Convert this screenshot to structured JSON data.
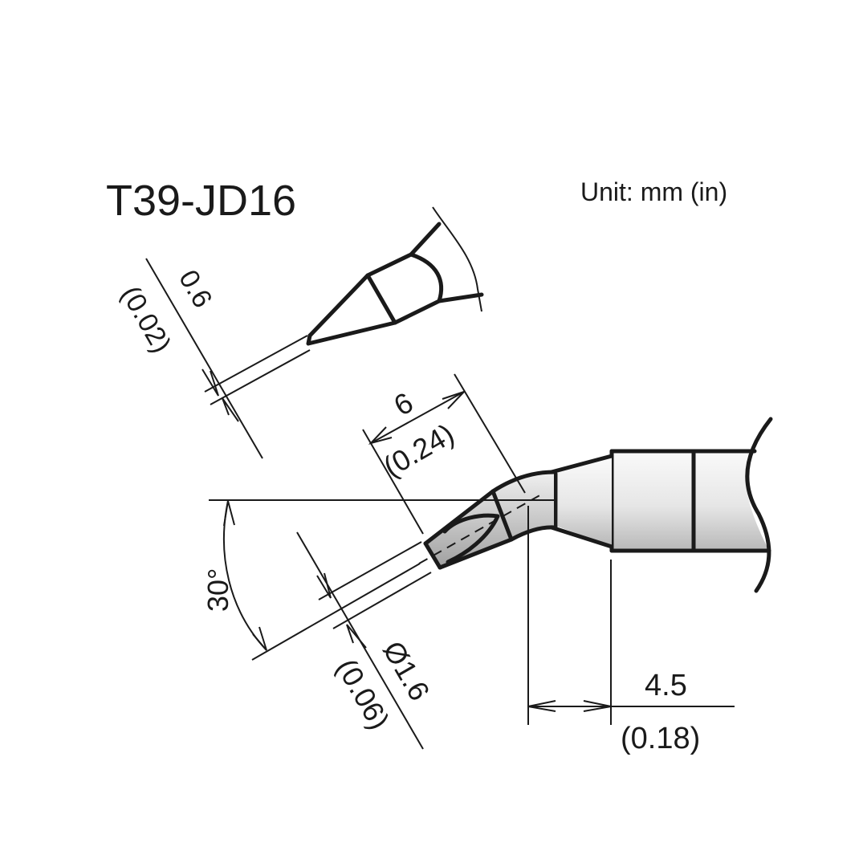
{
  "title": "T39-JD16",
  "unit_note": "Unit: mm (in)",
  "dimensions": {
    "tip_width": {
      "mm": "0.6",
      "in": "(0.02)"
    },
    "tip_length": {
      "mm": "6",
      "in": "(0.24)"
    },
    "angle": {
      "value": "30°"
    },
    "diameter": {
      "mm": "Ø1.6",
      "in": "(0.06)"
    },
    "offset": {
      "mm": "4.5",
      "in": "(0.18)"
    }
  },
  "colors": {
    "line": "#1a1a1a",
    "fill_light": "#f2f2f2",
    "fill_dark": "#a8a8a8",
    "background": "#ffffff"
  }
}
